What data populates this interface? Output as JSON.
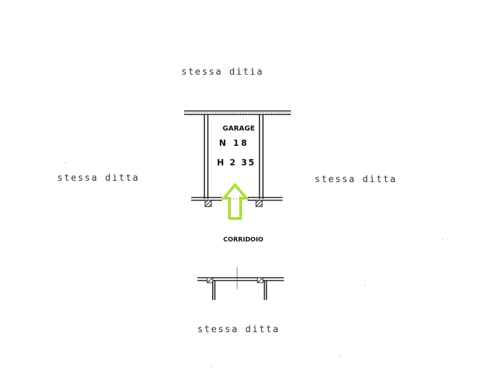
{
  "labels": {
    "neighbor_top": "stessa ditia",
    "neighbor_left": "stessa ditta",
    "neighbor_right": "stessa ditta",
    "neighbor_bottom": "stessa ditta",
    "room_name": "GARAGE",
    "room_number": "N 18",
    "room_height": "H 2 35",
    "corridor": "CORRIDOIO"
  },
  "colors": {
    "arrow": "#a8e03c",
    "walls": "#222222"
  },
  "icons": {
    "entrance": "up-arrow-icon"
  }
}
